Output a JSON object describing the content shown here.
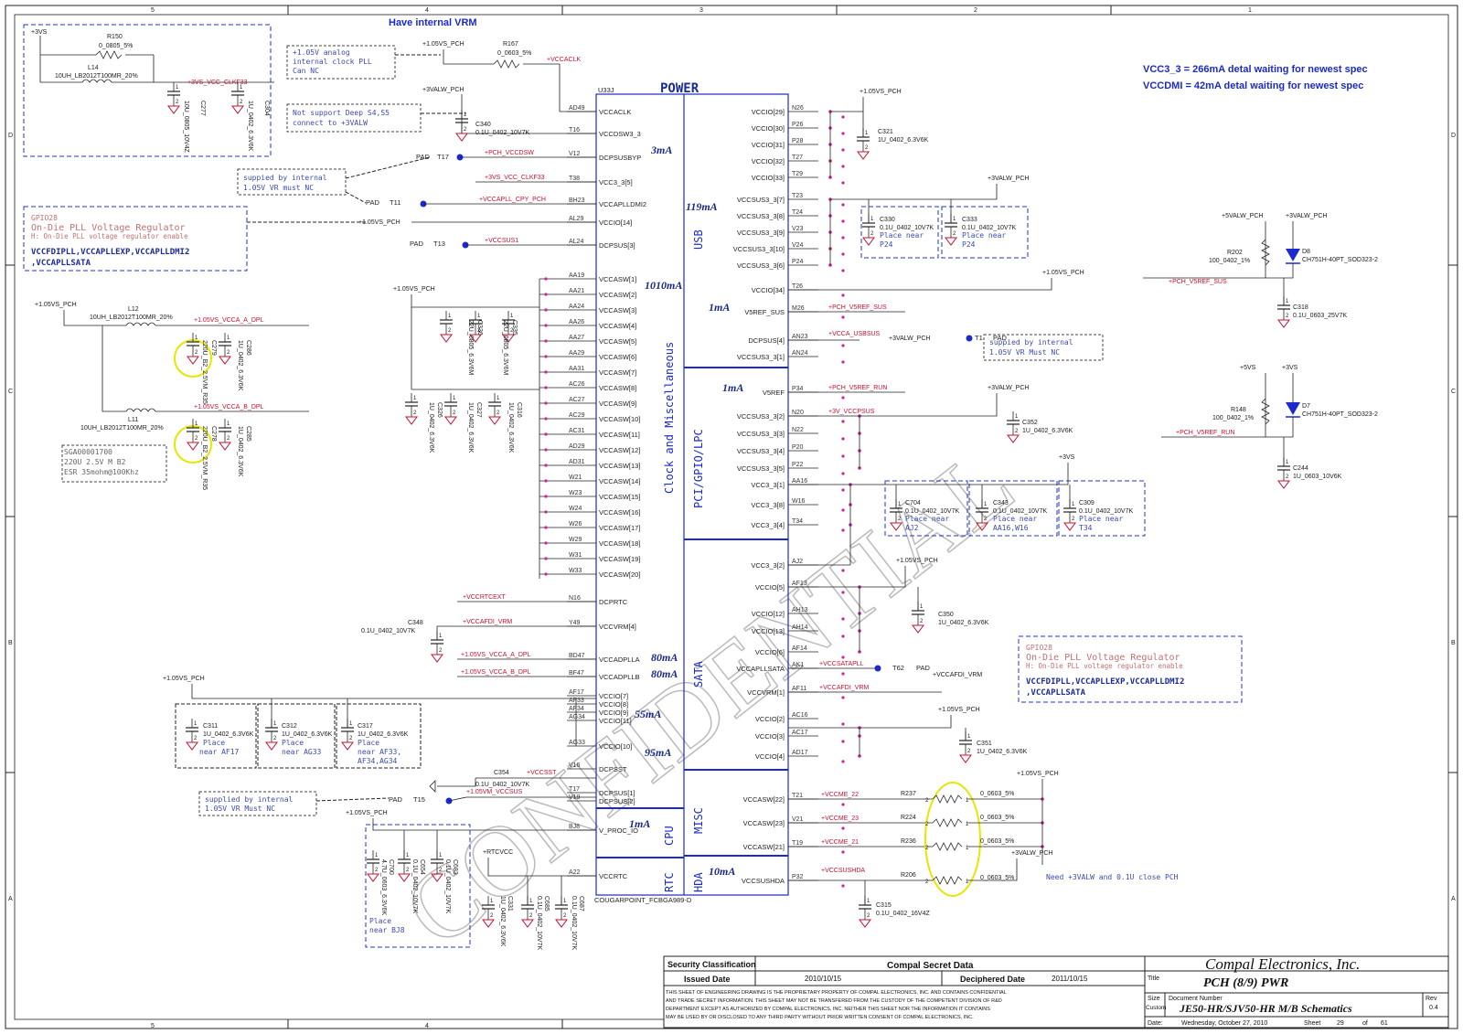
{
  "sheet": {
    "header_note": "Have internal VRM",
    "vcc_notes": [
      "VCC3_3 = 266mA detal waiting for newest spec",
      "VCCDMI = 42mA detal waiting for newest spec"
    ],
    "watermark": "CONFIDENTIAL",
    "border_numbers_top": [
      "5",
      "4",
      "3",
      "2",
      "1"
    ],
    "border_letters": [
      "D",
      "C",
      "B",
      "A"
    ]
  },
  "chip": {
    "ref": "U33J",
    "title": "POWER",
    "part": "COUGARPOINT_FCBGA989-D",
    "blocks": [
      "Clock and Miscellaneous",
      "USB",
      "PCI/GPIO/LPC",
      "SATA",
      "MISC",
      "CPU",
      "RTC",
      "HDA"
    ],
    "currents": [
      "3mA",
      "119mA",
      "1010mA",
      "1mA",
      "1mA",
      "80mA",
      "80mA",
      "55mA",
      "95mA",
      "1mA",
      "10mA"
    ],
    "left_pins": [
      {
        "ball": "AD49",
        "name": "VCCACLK"
      },
      {
        "ball": "T16",
        "name": "VCCDSW3_3"
      },
      {
        "ball": "V12",
        "name": "DCPSUSBYP"
      },
      {
        "ball": "T38",
        "name": "VCC3_3[5]"
      },
      {
        "ball": "BH23",
        "name": "VCCAPLLDMI2"
      },
      {
        "ball": "AL29",
        "name": "VCCIO[14]"
      },
      {
        "ball": "AL24",
        "name": "DCPSUS[3]"
      },
      {
        "ball": "AA19",
        "name": "VCCASW[1]"
      },
      {
        "ball": "AA21",
        "name": "VCCASW[2]"
      },
      {
        "ball": "AA24",
        "name": "VCCASW[3]"
      },
      {
        "ball": "AA26",
        "name": "VCCASW[4]"
      },
      {
        "ball": "AA27",
        "name": "VCCASW[5]"
      },
      {
        "ball": "AA29",
        "name": "VCCASW[6]"
      },
      {
        "ball": "AA31",
        "name": "VCCASW[7]"
      },
      {
        "ball": "AC26",
        "name": "VCCASW[8]"
      },
      {
        "ball": "AC27",
        "name": "VCCASW[9]"
      },
      {
        "ball": "AC29",
        "name": "VCCASW[10]"
      },
      {
        "ball": "AC31",
        "name": "VCCASW[11]"
      },
      {
        "ball": "AD29",
        "name": "VCCASW[12]"
      },
      {
        "ball": "AD31",
        "name": "VCCASW[13]"
      },
      {
        "ball": "W21",
        "name": "VCCASW[14]"
      },
      {
        "ball": "W23",
        "name": "VCCASW[15]"
      },
      {
        "ball": "W24",
        "name": "VCCASW[16]"
      },
      {
        "ball": "W26",
        "name": "VCCASW[17]"
      },
      {
        "ball": "W29",
        "name": "VCCASW[18]"
      },
      {
        "ball": "W31",
        "name": "VCCASW[19]"
      },
      {
        "ball": "W33",
        "name": "VCCASW[20]"
      },
      {
        "ball": "N16",
        "name": "DCPRTC"
      },
      {
        "ball": "Y49",
        "name": "VCCVRM[4]"
      },
      {
        "ball": "BD47",
        "name": "VCCADPLLA"
      },
      {
        "ball": "BF47",
        "name": "VCCADPLLB"
      },
      {
        "ball": "AF17",
        "name": "VCCIO[7]"
      },
      {
        "ball": "AF33",
        "name": "VCCIO[8]"
      },
      {
        "ball": "AF34",
        "name": "VCCIO[9]"
      },
      {
        "ball": "AG34",
        "name": "VCCIO[11]"
      },
      {
        "ball": "AG33",
        "name": "VCCIO[10]"
      },
      {
        "ball": "V16",
        "name": "DCPSST"
      },
      {
        "ball": "T17",
        "name": "DCPSUS[1]"
      },
      {
        "ball": "V19",
        "name": "DCPSUS[2]"
      },
      {
        "ball": "BJ8",
        "name": "V_PROC_IO"
      },
      {
        "ball": "A22",
        "name": "VCCRTC"
      }
    ],
    "right_pins": [
      {
        "ball": "N26",
        "name": "VCCIO[29]"
      },
      {
        "ball": "P26",
        "name": "VCCIO[30]"
      },
      {
        "ball": "P28",
        "name": "VCCIO[31]"
      },
      {
        "ball": "T27",
        "name": "VCCIO[32]"
      },
      {
        "ball": "T29",
        "name": "VCCIO[33]"
      },
      {
        "ball": "T23",
        "name": "VCCSUS3_3[7]"
      },
      {
        "ball": "T24",
        "name": "VCCSUS3_3[8]"
      },
      {
        "ball": "V23",
        "name": "VCCSUS3_3[9]"
      },
      {
        "ball": "V24",
        "name": "VCCSUS3_3[10]"
      },
      {
        "ball": "P24",
        "name": "VCCSUS3_3[6]"
      },
      {
        "ball": "T26",
        "name": "VCCIO[34]"
      },
      {
        "ball": "M26",
        "name": "V5REF_SUS"
      },
      {
        "ball": "AN23",
        "name": "DCPSUS[4]"
      },
      {
        "ball": "AN24",
        "name": "VCCSUS3_3[1]"
      },
      {
        "ball": "P34",
        "name": "V5REF"
      },
      {
        "ball": "N20",
        "name": "VCCSUS3_3[2]"
      },
      {
        "ball": "N22",
        "name": "VCCSUS3_3[3]"
      },
      {
        "ball": "P20",
        "name": "VCCSUS3_3[4]"
      },
      {
        "ball": "P22",
        "name": "VCCSUS3_3[5]"
      },
      {
        "ball": "AA16",
        "name": "VCC3_3[1]"
      },
      {
        "ball": "W16",
        "name": "VCC3_3[8]"
      },
      {
        "ball": "T34",
        "name": "VCC3_3[4]"
      },
      {
        "ball": "AJ2",
        "name": "VCC3_3[2]"
      },
      {
        "ball": "AF13",
        "name": "VCCIO[5]"
      },
      {
        "ball": "AH13",
        "name": "VCCIO[12]"
      },
      {
        "ball": "AH14",
        "name": "VCCIO[13]"
      },
      {
        "ball": "AF14",
        "name": "VCCIO[6]"
      },
      {
        "ball": "AK1",
        "name": "VCCAPLLSATA"
      },
      {
        "ball": "AF11",
        "name": "VCCVRM[1]"
      },
      {
        "ball": "AC16",
        "name": "VCCIO[2]"
      },
      {
        "ball": "AC17",
        "name": "VCCIO[3]"
      },
      {
        "ball": "AD17",
        "name": "VCCIO[4]"
      },
      {
        "ball": "T21",
        "name": "VCCASW[22]"
      },
      {
        "ball": "V21",
        "name": "VCCASW[23]"
      },
      {
        "ball": "T19",
        "name": "VCCASW[21]"
      },
      {
        "ball": "P32",
        "name": "VCCSUSHDA"
      }
    ]
  },
  "nets": {
    "p3vs": "+3VS",
    "p105vs_pch": "+1.05VS_PCH",
    "p3valw_pch": "+3VALW_PCH",
    "p5valw_pch": "+5VALW_PCH",
    "p5vs": "+5VS",
    "rtcvcc": "+RTCVCC",
    "vccaclk": "+VCCACLK",
    "p3vs_vcc_clkf33": "+3VS_VCC_CLKF33",
    "pch_vccdsw": "+PCH_VCCDSW",
    "vccapll_cpy_pch": "+VCCAPLL_CPY_PCH",
    "vccsus1": "+VCCSUS1",
    "vcca_dpl_a": "+1.05VS_VCCA_A_DPL",
    "vcca_dpl_b": "+1.05VS_VCCA_B_DPL",
    "vccrtcext": "+VCCRTCEXT",
    "vccafdi_vrm": "+VCCAFDI_VRM",
    "vccsst": "+VCCSST",
    "vccsus_105": "+1.05VM_VCCSUS",
    "pch_v5ref_sus": "+PCH_V5REF_SUS",
    "vcca_usbsus": "+VCCA_USBSUS",
    "pch_v5ref_run": "+PCH_V5REF_RUN",
    "p3v_vccpsus": "+3V_VCCPSUS",
    "vccsatapll": "+VCCSATAPLL",
    "vccme_22": "+VCCME_22",
    "vccme_23": "+VCCME_23",
    "vccme_21": "+VCCME_21",
    "vccsushda": "+VCCSUSHDA"
  },
  "pads": [
    "PAD",
    "T17",
    "T11",
    "T13",
    "T15",
    "T62",
    "T1",
    "PAD"
  ],
  "components": {
    "R150": {
      "ref": "R150",
      "val": "0_0805_5%"
    },
    "L14": {
      "ref": "L14",
      "val": "10UH_LB2012T100MR_20%"
    },
    "C277": {
      "ref": "C277",
      "val": "10U_0805_10V4Z"
    },
    "C304": {
      "ref": "C304",
      "val": "1U_0402_6.3V6K"
    },
    "R167": {
      "ref": "R167",
      "val": "0_0603_5%"
    },
    "C340": {
      "ref": "C340",
      "val": "0.1U_0402_10V7K"
    },
    "L12": {
      "ref": "L12",
      "val": "10UH_LB2012T100MR_20%"
    },
    "L11": {
      "ref": "L11",
      "val": "10UH_LB2012T100MR_20%"
    },
    "C279": {
      "ref": "C279",
      "val": "220U_B2_2.5VM_R35"
    },
    "C286": {
      "ref": "C286",
      "val": "1U_0402_6.3V6K"
    },
    "C278": {
      "ref": "C278",
      "val": "220U_B2_2.5VM_R35"
    },
    "C285": {
      "ref": "C285",
      "val": "1U_0402_6.3V6K"
    },
    "C336": {
      "ref": "C336",
      "val": "22U_0805_6.3V6M"
    },
    "C335": {
      "ref": "C335",
      "val": "22U_0805_6.3V6M"
    },
    "C326": {
      "ref": "C326",
      "val": "1U_0402_6.3V6K"
    },
    "C327": {
      "ref": "C327",
      "val": "1U_0402_6.3V6K"
    },
    "C316": {
      "ref": "C316",
      "val": "1U_0402_6.3V6K"
    },
    "C348": {
      "ref": "C348",
      "val": "0.1U_0402_10V7K"
    },
    "C311": {
      "ref": "C311",
      "val": "1U_0402_6.3V6K"
    },
    "C312": {
      "ref": "C312",
      "val": "1U_0402_6.3V6K"
    },
    "C317": {
      "ref": "C317",
      "val": "1U_0402_6.3V6K"
    },
    "C354": {
      "ref": "C354",
      "val": "0.1U_0402_10V7K"
    },
    "C700": {
      "ref": "C700",
      "val": "4.7U_0603_6.3V6K"
    },
    "C654": {
      "ref": "C654",
      "val": "0.1U_0402_10V7K"
    },
    "C683": {
      "ref": "C683",
      "val": "0.1U_0402_10V7K"
    },
    "C331": {
      "ref": "C331",
      "val": "1U_0402_6.3V6K"
    },
    "C685": {
      "ref": "C685",
      "val": "0.1U_0402_10V7K"
    },
    "C687": {
      "ref": "C687",
      "val": "0.1U_0402_10V7K"
    },
    "C321": {
      "ref": "C321",
      "val": "1U_0402_6.3V6K"
    },
    "C330": {
      "ref": "C330",
      "val": "0.1U_0402_10V7K"
    },
    "C333": {
      "ref": "C333",
      "val": "0.1U_0402_10V7K"
    },
    "C352": {
      "ref": "C352",
      "val": "1U_0402_6.3V6K"
    },
    "C704": {
      "ref": "C704",
      "val": "0.1U_0402_10V7K"
    },
    "C343": {
      "ref": "C343",
      "val": "0.1U_0402_10V7K"
    },
    "C309": {
      "ref": "C309",
      "val": "0.1U_0402_10V7K"
    },
    "C350": {
      "ref": "C350",
      "val": "1U_0402_6.3V6K"
    },
    "C351": {
      "ref": "C351",
      "val": "1U_0402_6.3V6K"
    },
    "C315": {
      "ref": "C315",
      "val": "0.1U_0402_16V4Z"
    },
    "R202": {
      "ref": "R202",
      "val": "100_0402_1%"
    },
    "D8": {
      "ref": "D8",
      "val": "CH751H-40PT_SOD323-2"
    },
    "C318": {
      "ref": "C318",
      "val": "0.1U_0603_25V7K"
    },
    "R148": {
      "ref": "R148",
      "val": "100_0402_1%"
    },
    "D7": {
      "ref": "D7",
      "val": "CH751H-40PT_SOD323-2"
    },
    "C244": {
      "ref": "C244",
      "val": "1U_0603_10V6K"
    },
    "R237": {
      "ref": "R237",
      "val": "0_0603_5%"
    },
    "R224": {
      "ref": "R224",
      "val": "0_0603_5%"
    },
    "R236": {
      "ref": "R236",
      "val": "0_0603_5%"
    },
    "R206": {
      "ref": "R206",
      "val": "0_0603_5%"
    }
  },
  "notes": {
    "n_analog_pll": [
      "+1.05V analog",
      "internal clock PLL",
      "Can NC"
    ],
    "n_deep_s4": [
      "Not support Deep S4,S5",
      "connect to +3VALW"
    ],
    "n_supplied_vr": [
      "suppied by internal",
      "1.05V VR must NC"
    ],
    "n_gpio28_title": "GPIO28",
    "n_ondie_pll": "On-Die PLL Voltage Regulator",
    "n_ondie_enable": "H: On-Die PLL voltage regulator enable",
    "n_vccfdipll": "VCCFDIPLL,VCCAPLLEXP,VCCAPLLDMI2",
    "n_vccapllsata": ",VCCAPLLSATA",
    "n_sga": [
      "SGA00001700",
      "220U 2.5V M B2",
      "ESR 35mohm@100Khz"
    ],
    "n_supplied_internal_b": [
      "suppied by internal",
      "1.05V VR Must NC"
    ],
    "n_supplied_internal_c": [
      "supplied by internal",
      "1.05V VR Must NC"
    ],
    "n_place_af17": [
      "Place",
      "near AF17"
    ],
    "n_place_ag33": [
      "Place",
      "near AG33"
    ],
    "n_place_af33": [
      "Place",
      "near AF33,",
      "AF34,AG34"
    ],
    "n_place_bj8": [
      "Place",
      "near BJ8"
    ],
    "n_place_p24a": [
      "Place near",
      "P24"
    ],
    "n_place_p24b": [
      "Place near",
      "P24"
    ],
    "n_place_a16": [
      "Place near",
      "AA16,W16"
    ],
    "n_place_t34": [
      "Place near",
      "T34"
    ],
    "n_place_j2": [
      "Place near",
      "AJ2"
    ],
    "n_need_3valw": "Need +3VALW and 0.1U close PCH"
  },
  "title_block": {
    "security_label": "Security Classification",
    "security_value": "Compal Secret Data",
    "issued_label": "Issued Date",
    "issued_value": "2010/10/15",
    "deciphered_label": "Deciphered Date",
    "deciphered_value": "2011/10/15",
    "company": "Compal Electronics, Inc.",
    "title_label": "Title",
    "title_value": "PCH (8/9) PWR",
    "size_label": "Size",
    "size_value": "Custom",
    "doc_label": "Document Number",
    "doc_value": "JE50-HR/SJV50-HR M/B Schematics",
    "rev_label": "Rev",
    "rev_value": "0.4",
    "date_label": "Date:",
    "date_value": "Wednesday, October 27, 2010",
    "sheet_label": "Sheet",
    "sheet_value": "29",
    "of_label": "of",
    "of_value": "61",
    "disclaimer": [
      "THIS SHEET OF ENGINEERING DRAWING IS THE PROPRIETARY PROPERTY OF COMPAL ELECTRONICS, INC. AND CONTAINS CONFIDENTIAL",
      "AND TRADE SECRET INFORMATION. THIS SHEET MAY NOT BE TRANSFERED FROM THE CUSTODY OF THE COMPETENT DIVISION OF R&D",
      "DEPARTMENT EXCEPT AS AUTHORIZED BY COMPAL ELECTRONICS, INC. NEITHER THIS SHEET NOR THE INFORMATION IT CONTAINS",
      "MAY BE USED BY OR DISCLOSED TO ANY THIRD PARTY WITHOUT PRIOR WRITTEN CONSENT OF COMPAL ELECTRONICS, INC."
    ]
  }
}
